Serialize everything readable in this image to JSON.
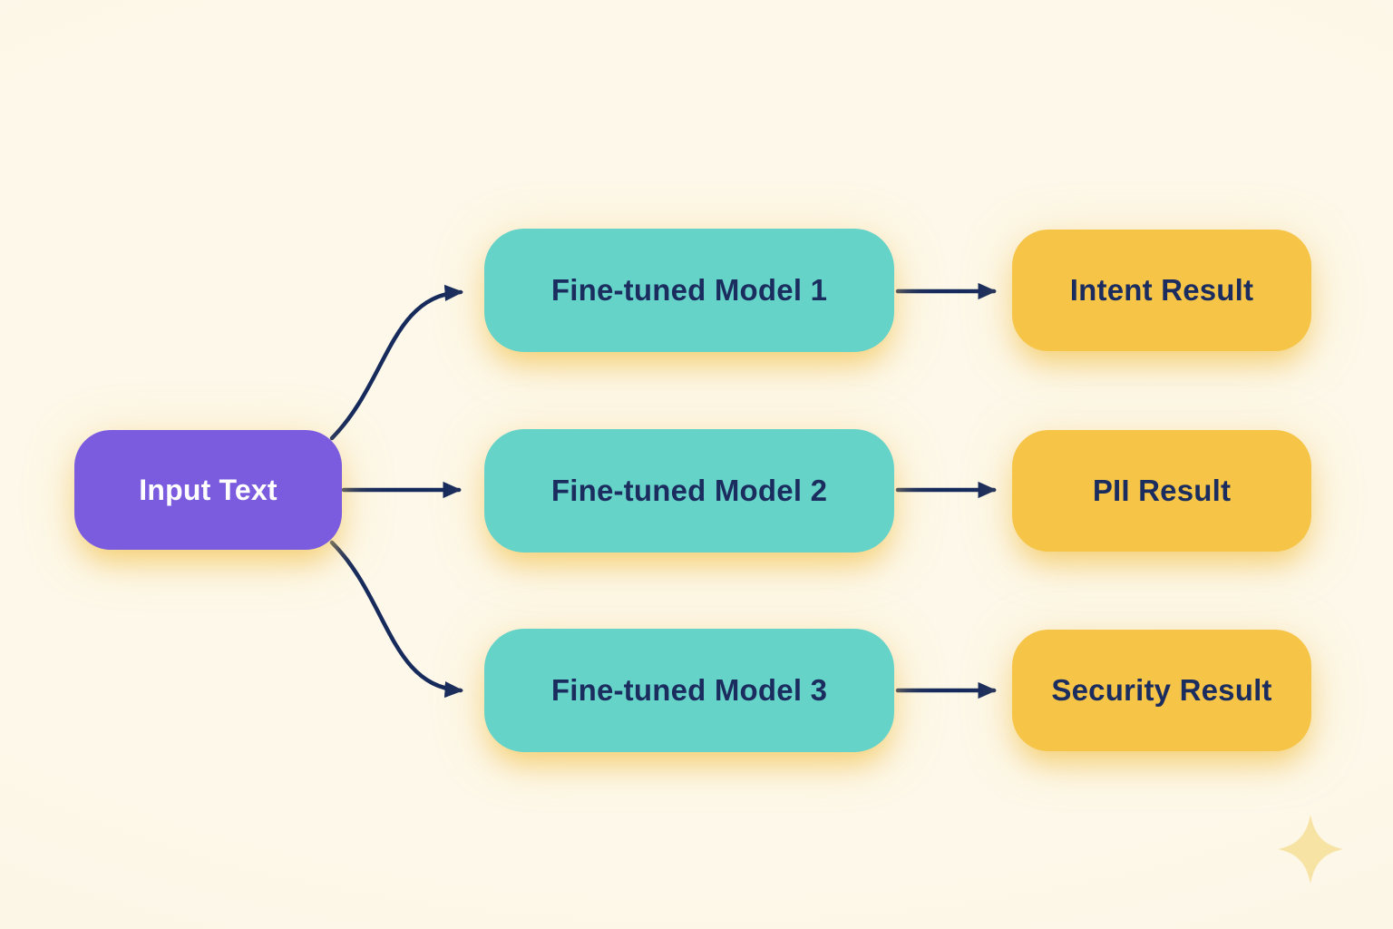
{
  "diagram": {
    "title_hint": "fine-tuned model fan-out flow",
    "input_node": {
      "label": "Input Text"
    },
    "model_nodes": [
      {
        "label": "Fine-tuned Model 1"
      },
      {
        "label": "Fine-tuned Model 2"
      },
      {
        "label": "Fine-tuned Model 3"
      }
    ],
    "result_nodes": [
      {
        "label": "Intent Result"
      },
      {
        "label": "PII Result"
      },
      {
        "label": "Security Result"
      }
    ],
    "edges": [
      {
        "from": "Input Text",
        "to": "Fine-tuned Model 1"
      },
      {
        "from": "Input Text",
        "to": "Fine-tuned Model 2"
      },
      {
        "from": "Input Text",
        "to": "Fine-tuned Model 3"
      },
      {
        "from": "Fine-tuned Model 1",
        "to": "Intent Result"
      },
      {
        "from": "Fine-tuned Model 2",
        "to": "PII Result"
      },
      {
        "from": "Fine-tuned Model 3",
        "to": "Security Result"
      }
    ],
    "icons": [
      {
        "name": "sparkle-icon"
      }
    ]
  },
  "colors": {
    "background": "#FDF8E9",
    "input_node": "#7B5CDF",
    "model_node": "#66D3C8",
    "result_node": "#F6C548",
    "text_navy": "#1B2D5F",
    "arrow": "#162A5C",
    "glow": "#F3C860",
    "sparkle": "#F7E4A4"
  }
}
